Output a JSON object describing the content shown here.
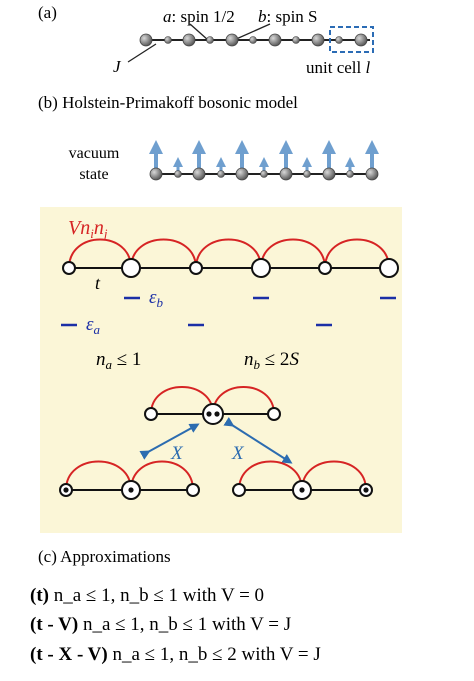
{
  "panel_a": {
    "label": "(a)",
    "spin_a_prefix": "a",
    "spin_a_text": ": spin 1/2",
    "spin_b_prefix": "b",
    "spin_b_text": ": spin S",
    "coupling": "J",
    "unit_cell_text": "unit cell ",
    "unit_cell_symbol": "l"
  },
  "panel_b": {
    "label": "(b) Holstein-Primakoff bosonic model",
    "vacuum_line1": "vacuum",
    "vacuum_line2": "state",
    "interaction_V": "V",
    "interaction_n1": "n",
    "interaction_sub1": "i",
    "interaction_n2": "n",
    "interaction_sub2": "j",
    "hopping": "t",
    "energy_a": "ε",
    "energy_a_sub": "a",
    "energy_b": "ε",
    "energy_b_sub": "b",
    "constraint_a": "n",
    "constraint_a_sub": "a",
    "constraint_a_rel": " ≤ 1",
    "constraint_b": "n",
    "constraint_b_sub": "b",
    "constraint_b_rel": " ≤ 2",
    "constraint_b_S": "S",
    "process_left": "X",
    "process_right": "X"
  },
  "panel_c": {
    "label": "(c) Approximations",
    "rows": [
      {
        "tag": "(t)",
        "expr": "n_a ≤ 1, n_b ≤ 1 with V = 0"
      },
      {
        "tag": "(t - V)",
        "expr": "n_a ≤ 1, n_b ≤ 1 with V = J"
      },
      {
        "tag": "(t - X - V)",
        "expr": "n_a ≤ 1, n_b ≤ 2 with V = J"
      }
    ]
  },
  "colors": {
    "highlight_bg": "#fbf6d7",
    "arc_red": "#d62424",
    "arrow_blue": "#6f9fcf",
    "energy_blue": "#1b2fa6",
    "x_arrow_blue": "#2c6cb0",
    "unit_cell_dash": "#2b6cb5",
    "node_gray": "#777777"
  }
}
